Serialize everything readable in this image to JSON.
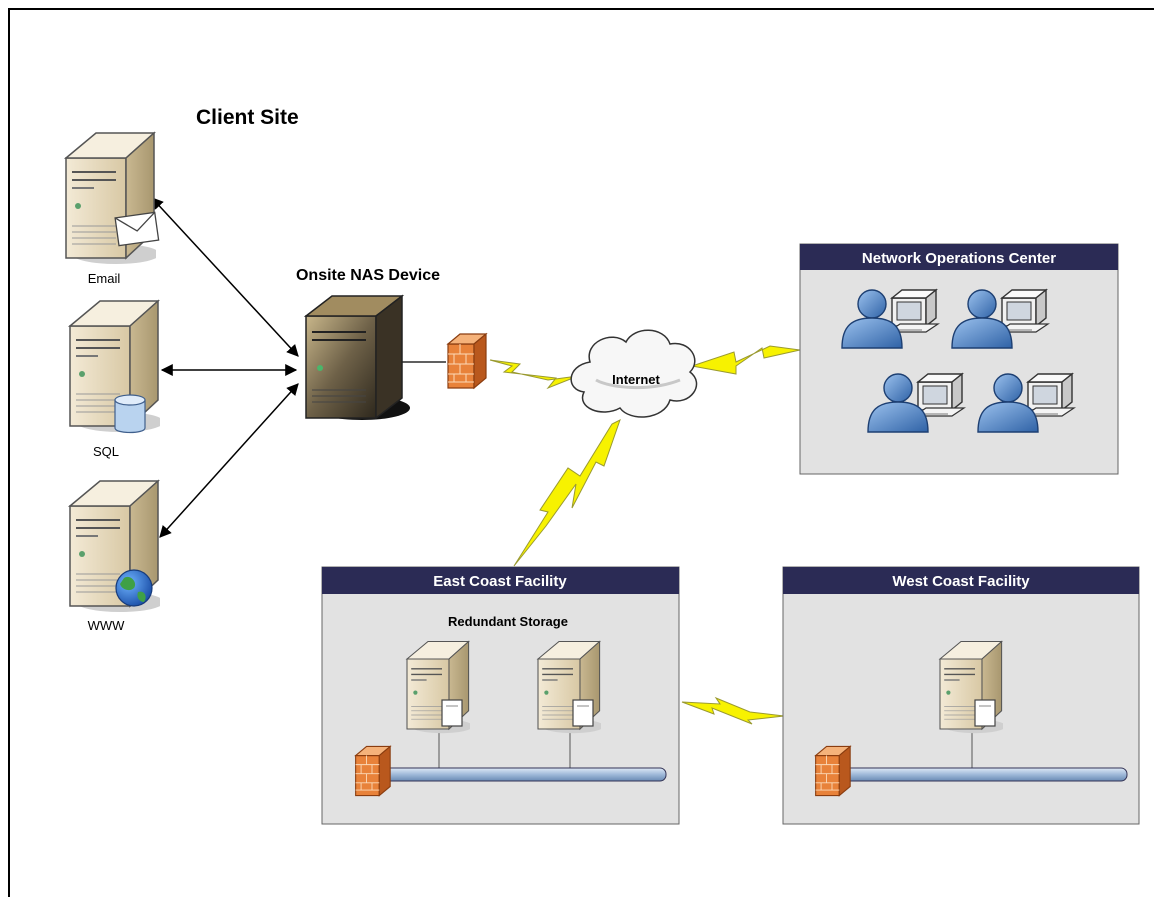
{
  "client_site": {
    "title": "Client Site",
    "servers": [
      {
        "label": "Email",
        "overlay": "envelope-icon"
      },
      {
        "label": "SQL",
        "overlay": "database-icon"
      },
      {
        "label": "WWW",
        "overlay": "globe-icon"
      }
    ],
    "nas": {
      "label": "Onsite NAS Device"
    }
  },
  "internet": {
    "label": "Internet"
  },
  "noc": {
    "title": "Network Operations Center",
    "operator_count": 4
  },
  "east": {
    "title": "East Coast Facility",
    "subtitle": "Redundant Storage",
    "server_count": 2
  },
  "west": {
    "title": "West Coast Facility",
    "server_count": 1
  },
  "colors": {
    "panel_header": "#2b2b55",
    "panel_fill": "#e2e2e2",
    "firewall": "#e8823a",
    "lightning": "#f7f200",
    "server_body": "#e9ddc2",
    "user": "#4f83c4"
  }
}
